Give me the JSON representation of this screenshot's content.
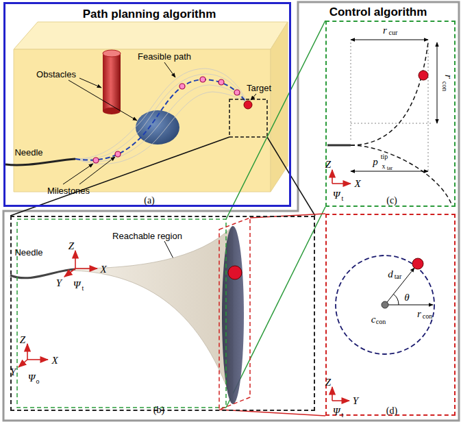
{
  "diagram": {
    "nodes": [
      {
        "text": [
          "Path planning algorithm",
          "(a)"
        ]
      },
      {
        "text": [
          "Control algorithm"
        ]
      },
      {
        "text": [
          "(b)"
        ],
        "in": 1
      },
      {
        "text": [
          "(c)"
        ],
        "in": 1
      },
      {
        "text": [
          "(d)"
        ],
        "in": 1
      }
    ],
    "edges": [
      {
        "from": 0,
        "to": 2,
        "arrow": "none"
      },
      {
        "from": 2,
        "to": 3,
        "arrow": "none"
      },
      {
        "from": 2,
        "to": 4,
        "arrow": "none"
      }
    ],
    "labels": [
      "Feasible path",
      "Target",
      "Obstacles",
      "Needle",
      "Milestones",
      "Needle",
      "Reachable region",
      "Z",
      "Y",
      "X",
      "Ψ",
      "t",
      "Z",
      "Y",
      "X",
      "Ψ",
      "o",
      "r",
      "cur",
      "r",
      "con",
      "p",
      "tip",
      "x",
      "tar",
      "Z",
      "X",
      "Ψ",
      "t",
      "d",
      "tar",
      "θ",
      "c",
      "con",
      "r",
      "con",
      "Z",
      "Y",
      "Ψ",
      "t"
    ]
  }
}
